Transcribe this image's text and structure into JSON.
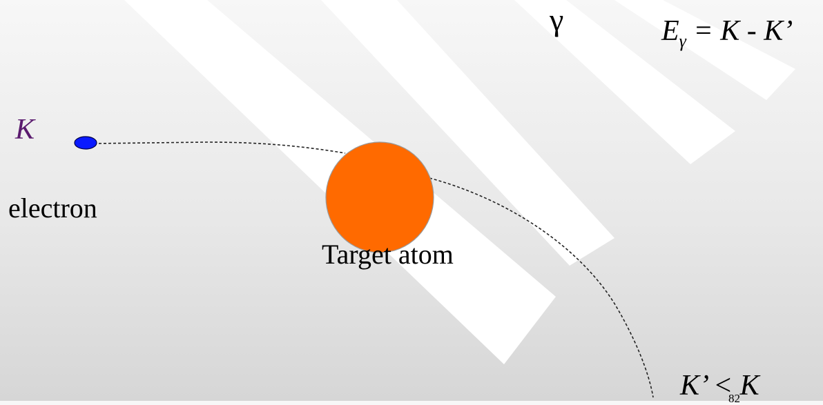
{
  "labels": {
    "incident_energy": "K",
    "electron": "electron",
    "target": "Target atom",
    "photon": "γ",
    "energy_lhs": "E",
    "energy_sub": "γ",
    "energy_rhs": " = K - K’",
    "final_energy": "K’ < K",
    "page_number": "82"
  },
  "colors": {
    "electron": "#0a1aff",
    "atom": "#ff6a00",
    "incident_label": "#5a1a6e",
    "beams": "#ffffff"
  }
}
